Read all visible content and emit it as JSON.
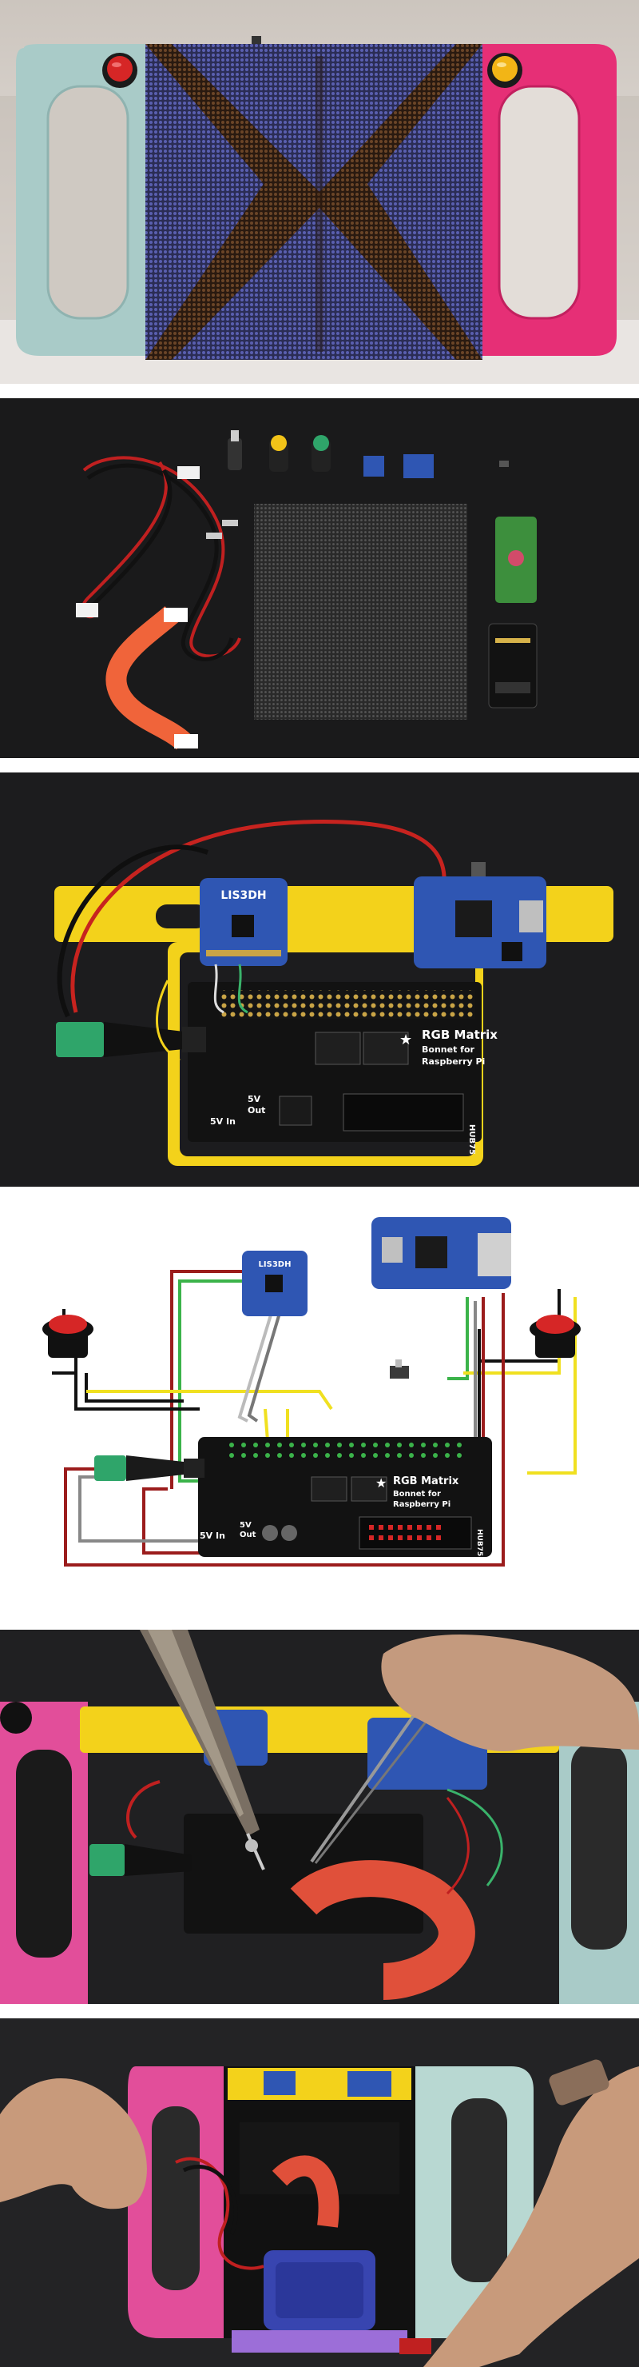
{
  "colors": {
    "mint_grip": "#a9cbc8",
    "pink_grip": "#e62f76",
    "matrix_blue": "#4b4f9a",
    "matrix_brown": "#5b3b22",
    "button_red": "#d62626",
    "button_yellow": "#f2b516",
    "bracket_yellow": "#f3d21b",
    "pcb_black": "#121212",
    "breakout_blue": "#2f56b3",
    "pi_green": "#3d8f3d",
    "ribbon_orange": "#f0643a",
    "battery_blue": "#3845b0"
  },
  "boards": {
    "accel_label": "LIS3DH",
    "bonnet_label_line1": "RGB Matrix",
    "bonnet_label_line2": "Bonnet for",
    "bonnet_label_line3": "Raspberry Pi",
    "power_in_label": "5V In",
    "power_out_label": "5V",
    "power_out_label2": "Out",
    "hub_label": "HUB75"
  },
  "icons": {
    "star": "adafruit-star-icon",
    "matrix": "led-matrix-icon",
    "button": "arcade-button-icon",
    "switch": "slide-switch-icon",
    "barrel": "barrel-jack-icon"
  }
}
